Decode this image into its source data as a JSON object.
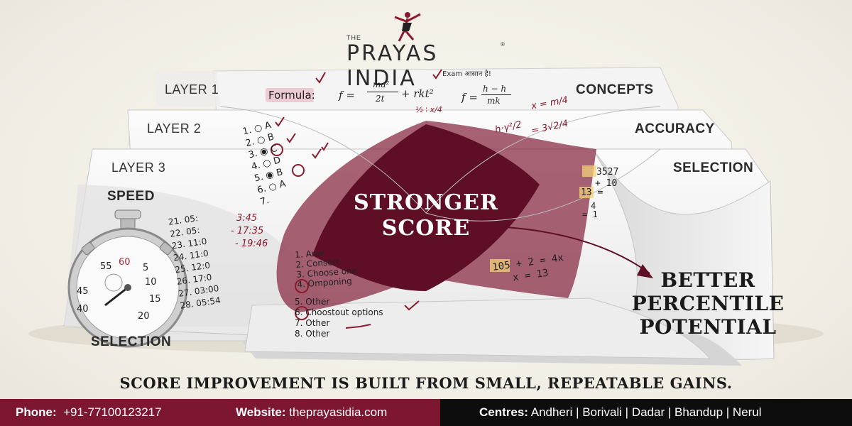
{
  "brand": {
    "the": "THE",
    "name": "PRAYAS INDIA",
    "registered": "®",
    "tagline": "Exam आसान है!"
  },
  "layers": {
    "layer1": "LAYER 1",
    "layer2": "LAYER 2",
    "layer3": "LAYER 3"
  },
  "sheets": {
    "concepts": "CONCEPTS",
    "accuracy": "ACCURACY",
    "selection_right": "SELECTION",
    "speed": "SPEED",
    "selection_bottom": "SELECTION"
  },
  "formulas": {
    "label": "Formula:",
    "f1_lhs": "f =",
    "f1_num": "ma²",
    "f1_den": "2t",
    "f1_tail": "+ rkt²",
    "f2_lhs": "f =",
    "f2_num": "h − h",
    "f2_den": "mk",
    "x_eq": "x = m/4",
    "frac_note": "½ ∶ x/4",
    "acc_eq1": "h·γ²/2",
    "acc_eq2": "= 3√2/4",
    "sel_n1": "3527",
    "sel_n2": "+ 10",
    "sel_n3": "13 =",
    "sel_n4": "4",
    "sel_n5": "= 1",
    "eq1": "105 + 2 = 4x",
    "eq2": "x = 13"
  },
  "mcq": [
    {
      "num": "1.",
      "opt": "A"
    },
    {
      "num": "2.",
      "opt": "B"
    },
    {
      "num": "3.",
      "opt": "C"
    },
    {
      "num": "4.",
      "opt": "D"
    },
    {
      "num": "5.",
      "opt": "B"
    },
    {
      "num": "6.",
      "opt": "A"
    },
    {
      "num": "7.",
      "opt": ""
    }
  ],
  "times": {
    "rows": [
      "21. 05:",
      "22. 05:",
      "23. 11:0",
      "24. 11:0",
      "25. 12:0",
      "26. 17:0",
      "27. 03:00",
      "28. 05:54"
    ],
    "red1": "3:45",
    "red2": "- 17:35",
    "red3": "- 19:46"
  },
  "stopwatch": [
    "55",
    "60",
    "5",
    "45",
    "10",
    "40",
    "20",
    "15"
  ],
  "options_list": [
    "1. Anw",
    "2. Consert",
    "3. Choose one",
    "4. Omponing",
    "5. Other",
    "6. Choostout options",
    "7. Other",
    "8. Other"
  ],
  "center": {
    "line1": "STRONGER",
    "line2": "SCORE"
  },
  "result": {
    "line1": "BETTER",
    "line2": "PERCENTILE",
    "line3": "POTENTIAL"
  },
  "headline": "SCORE IMPROVEMENT IS BUILT FROM SMALL, REPEATABLE GAINS.",
  "footer": {
    "phone_label": "Phone:",
    "phone": "+91-77100123217",
    "website_label": "Website:",
    "website": "theprayasidia.com",
    "centres_label": "Centres:",
    "centres": "Andheri | Borivali | Dadar | Bhandup | Nerul"
  },
  "colors": {
    "maroon": "#7d1630",
    "dark": "#0d0d0d",
    "ink_red": "#8b1a2e"
  }
}
